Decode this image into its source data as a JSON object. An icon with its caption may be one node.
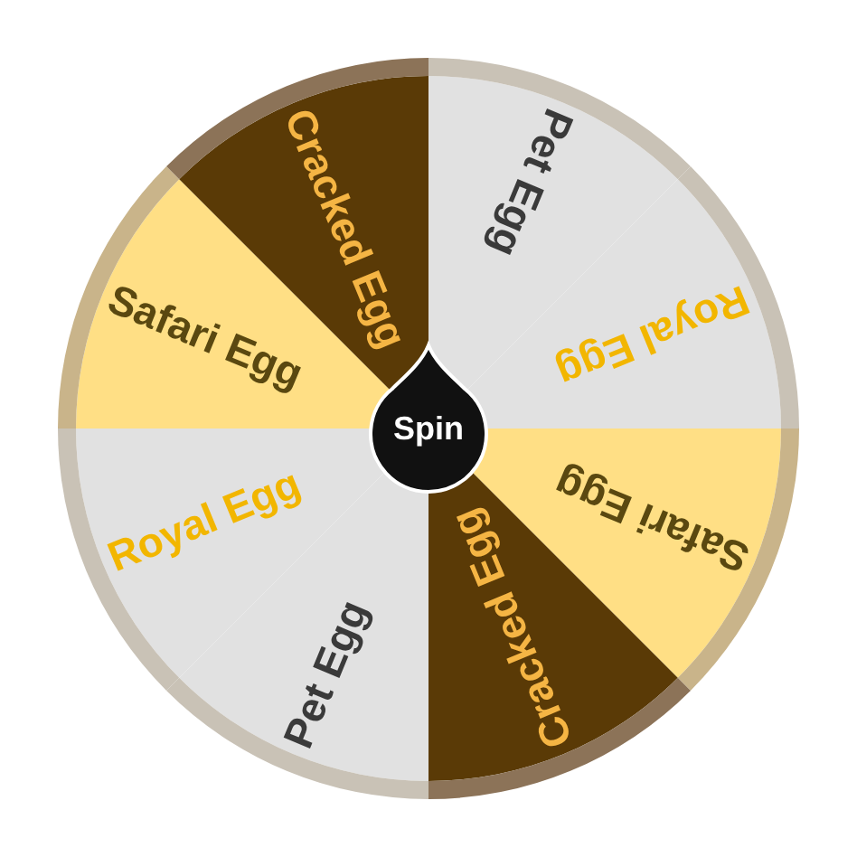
{
  "diagram": {
    "nodes": [
      {
        "text": [
          "Pet Egg"
        ]
      },
      {
        "text": [
          "Royal Egg"
        ]
      },
      {
        "text": [
          "Safari Egg"
        ]
      },
      {
        "text": [
          "Cracked Egg"
        ]
      },
      {
        "text": [
          "Pet Egg"
        ]
      },
      {
        "text": [
          "Royal Egg"
        ]
      },
      {
        "text": [
          "Safari Egg"
        ]
      },
      {
        "text": [
          "Cracked Egg"
        ]
      },
      {
        "text": [
          "Spin"
        ]
      }
    ]
  }
}
